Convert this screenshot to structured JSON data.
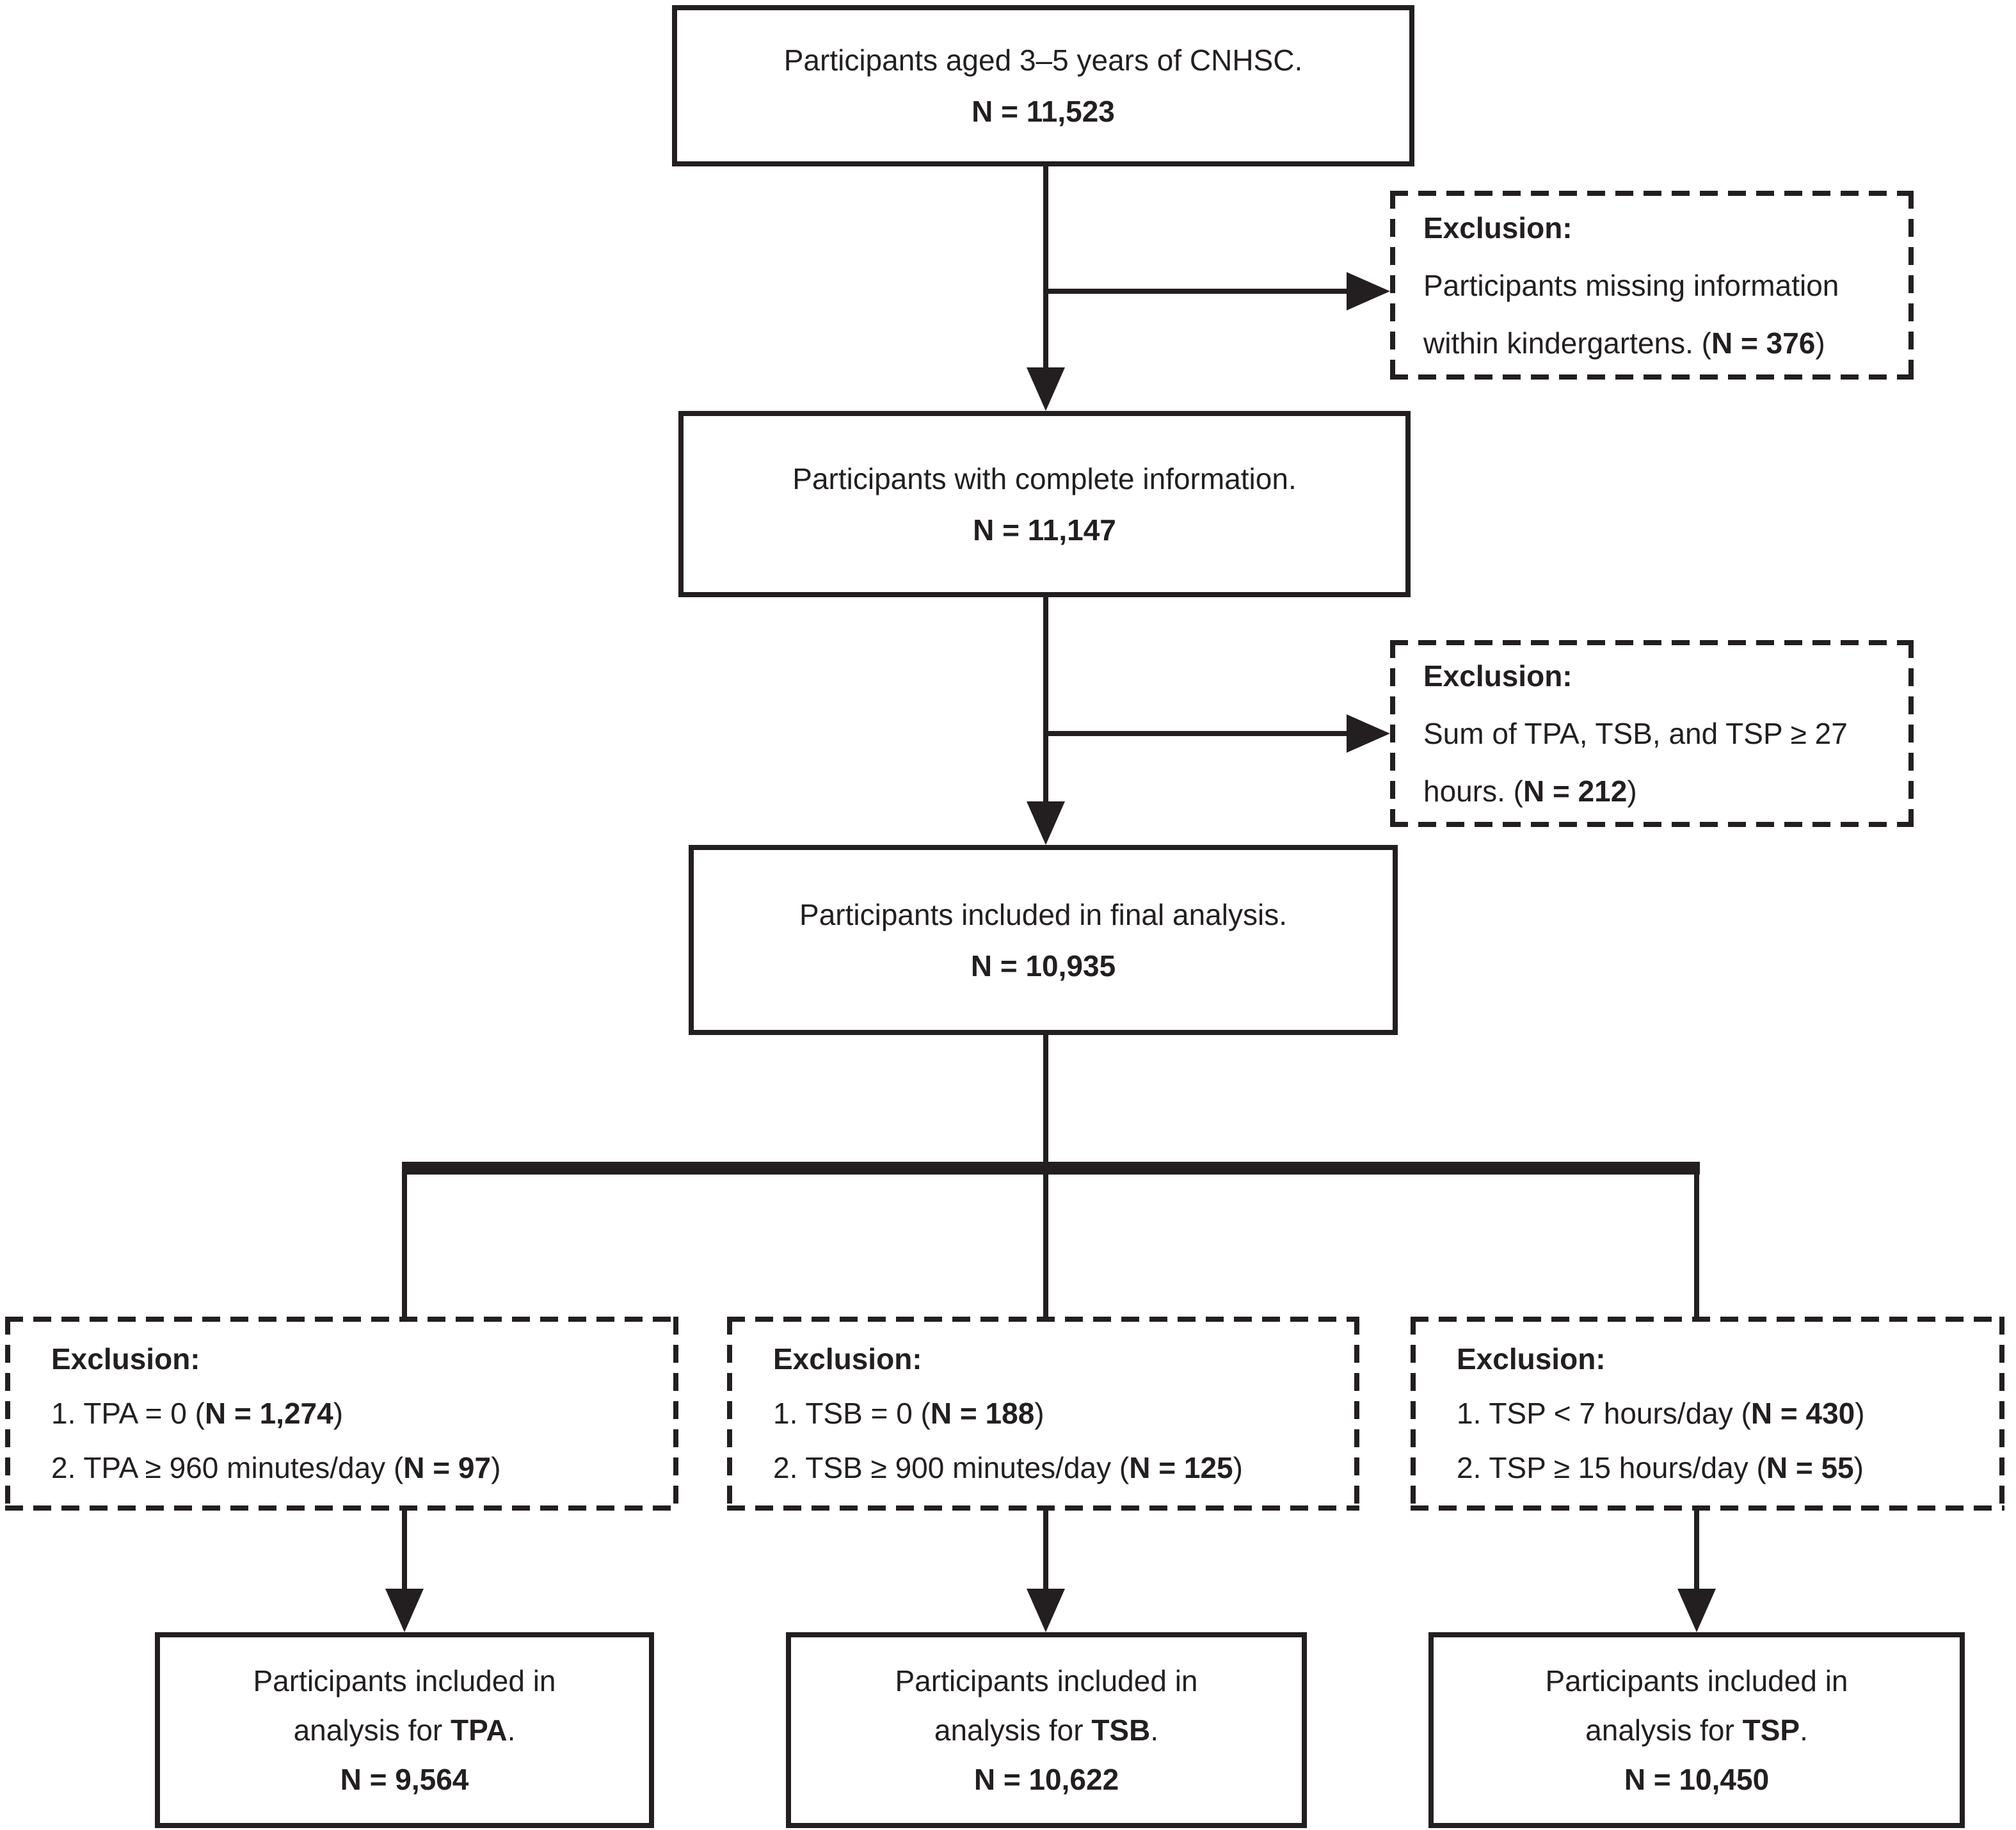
{
  "flow": {
    "box_initial": {
      "line1": "Participants aged 3–5 years of CNHSC.",
      "n": "N = 11,523"
    },
    "excl_missing": {
      "heading": "Exclusion:",
      "line1": "Participants missing information",
      "line2_pre": "within kindergartens. (",
      "line2_n": "N = 376",
      "line2_post": ")"
    },
    "box_complete": {
      "line1": "Participants with complete information.",
      "n": "N = 11,147"
    },
    "excl_sum": {
      "heading": "Exclusion:",
      "line1": "Sum of TPA, TSB, and TSP ≥ 27",
      "line2_pre": "hours. (",
      "line2_n": "N = 212",
      "line2_post": ")"
    },
    "box_final": {
      "line1": "Participants included in final analysis.",
      "n": "N = 10,935"
    },
    "excl_tpa": {
      "heading": "Exclusion:",
      "item1_pre": "1. TPA = 0 (",
      "item1_n": "N = 1,274",
      "item1_post": ")",
      "item2_pre": "2. TPA ≥ 960 minutes/day (",
      "item2_n": "N = 97",
      "item2_post": ")"
    },
    "excl_tsb": {
      "heading": "Exclusion:",
      "item1_pre": "1. TSB = 0 (",
      "item1_n": "N = 188",
      "item1_post": ")",
      "item2_pre": "2. TSB ≥ 900 minutes/day (",
      "item2_n": "N = 125",
      "item2_post": ")"
    },
    "excl_tsp": {
      "heading": "Exclusion:",
      "item1_pre": "1. TSP < 7 hours/day (",
      "item1_n": "N = 430",
      "item1_post": ")",
      "item2_pre": "2. TSP ≥ 15 hours/day (",
      "item2_n": "N = 55",
      "item2_post": ")"
    },
    "box_tpa": {
      "line1": "Participants included in",
      "line2_pre": "analysis for ",
      "line2_strong": "TPA",
      "line2_post": ".",
      "n": "N = 9,564"
    },
    "box_tsb": {
      "line1": "Participants included in",
      "line2_pre": "analysis for ",
      "line2_strong": "TSB",
      "line2_post": ".",
      "n": "N = 10,622"
    },
    "box_tsp": {
      "line1": "Participants included in",
      "line2_pre": "analysis for ",
      "line2_strong": "TSP",
      "line2_post": ".",
      "n": "N = 10,450"
    }
  },
  "colors": {
    "ink": "#231f20",
    "paper": "#ffffff"
  }
}
